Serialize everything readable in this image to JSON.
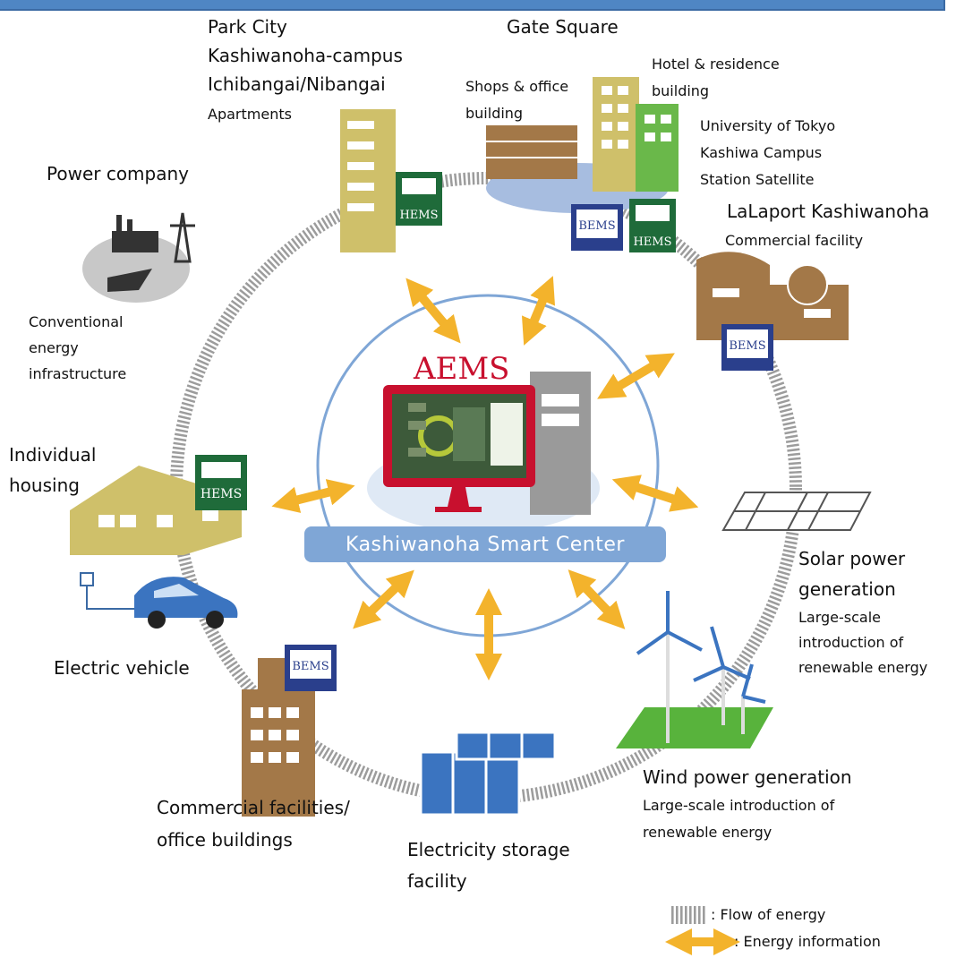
{
  "center": {
    "title": "AEMS",
    "label": "Kashiwanoha  Smart Center"
  },
  "labels": {
    "park_city": [
      "Park City",
      "Kashiwanoha-campus",
      "Ichibangai/Nibangai"
    ],
    "apartments": "Apartments",
    "gate_square": "Gate Square",
    "shops": [
      "Shops & office",
      "building"
    ],
    "hotel": [
      "Hotel & residence",
      "building"
    ],
    "university": [
      "University of Tokyo",
      "Kashiwa Campus",
      "Station Satellite"
    ],
    "lalaport": "LaLaport Kashiwanoha",
    "commercial_facility": "Commercial facility",
    "power_company": "Power company",
    "conventional": [
      "Conventional",
      "energy",
      "infrastructure"
    ],
    "individual_housing": [
      "Individual",
      "housing"
    ],
    "solar": [
      "Solar power",
      "generation"
    ],
    "solar_sub": [
      "Large-scale",
      "introduction of",
      "renewable energy"
    ],
    "electric_vehicle": "Electric vehicle",
    "commercial_offices": [
      "Commercial facilities/",
      "office buildings"
    ],
    "storage": [
      "Electricity storage",
      "facility"
    ],
    "wind": "Wind power generation",
    "wind_sub": [
      "Large-scale introduction of",
      "renewable energy"
    ]
  },
  "badges": {
    "hems": "HEMS",
    "bems": "BEMS"
  },
  "legend": {
    "flow": ": Flow of energy",
    "info": ": Energy information"
  },
  "colors": {
    "accent_blue": "#4f86c4",
    "ring_gray": "#9c9c9c",
    "arrow_orange": "#f3b32c",
    "hems_green": "#1f6b3a",
    "building_khaki": "#cfc06a",
    "building_brown": "#a37848",
    "monitor_red": "#c8102e",
    "inner_circle": "#7fa6d6"
  }
}
